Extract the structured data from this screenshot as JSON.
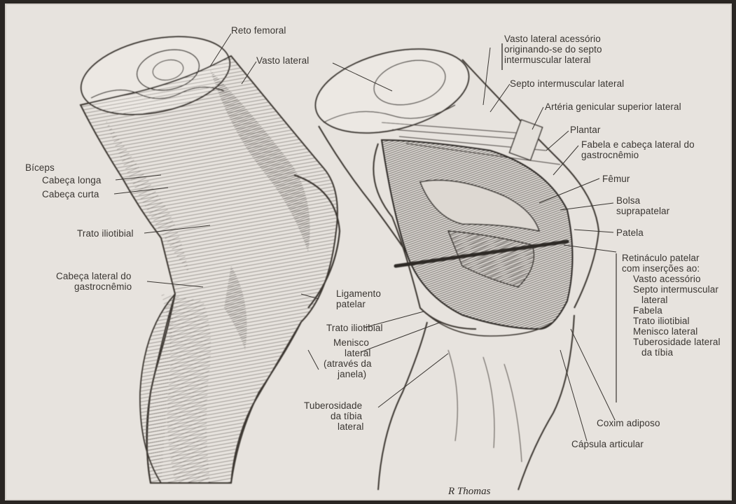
{
  "left_view": {
    "labels": {
      "reto_femoral": "Reto femoral",
      "vasto_lateral": "Vasto lateral",
      "biceps": "Bíceps",
      "cabeca_longa": "Cabeça longa",
      "cabeca_curta": "Cabeça curta",
      "trato_iliotibial": "Trato iliotibial",
      "gastrocnemio_1": "Cabeça lateral do",
      "gastrocnemio_2": "gastrocnêmio",
      "ligamento_1": "Ligamento",
      "ligamento_2": "patelar",
      "trato_iliotibial_2": "Trato iliotibial",
      "menisco_1": "Menisco",
      "menisco_2": "lateral",
      "menisco_3": "(através da",
      "menisco_4": "janela)",
      "tuberosidade_1": "Tuberosidade",
      "tuberosidade_2": "da tíbia",
      "tuberosidade_3": "lateral"
    }
  },
  "right_view": {
    "labels": {
      "vasto_acessorio_1": "Vasto lateral acessório",
      "vasto_acessorio_2": "originando-se do septo",
      "vasto_acessorio_3": "intermuscular lateral",
      "septo": "Septo intermuscular lateral",
      "arteria": "Artéria genicular superior lateral",
      "plantar": "Plantar",
      "fabela_1": "Fabela e cabeça lateral do",
      "fabela_2": "gastrocnêmio",
      "femur": "Fêmur",
      "bolsa_1": "Bolsa",
      "bolsa_2": "suprapatelar",
      "patela": "Patela",
      "retinaculo_1": "Retináculo patelar",
      "retinaculo_2": "com inserções ao:",
      "ins_1": "Vasto acessório",
      "ins_2": "Septo intermuscular",
      "ins_3": "lateral",
      "ins_4": "Fabela",
      "ins_5": "Trato iliotibial",
      "ins_6": "Menisco lateral",
      "ins_7": "Tuberosidade lateral",
      "ins_8": "da tíbia",
      "coxim": "Coxim adiposo",
      "capsula": "Cápsula articular"
    }
  },
  "signature": "R Thomas",
  "colors": {
    "paper": "#e7e3de",
    "frame": "#2a2623",
    "ink": "#3a3632"
  }
}
